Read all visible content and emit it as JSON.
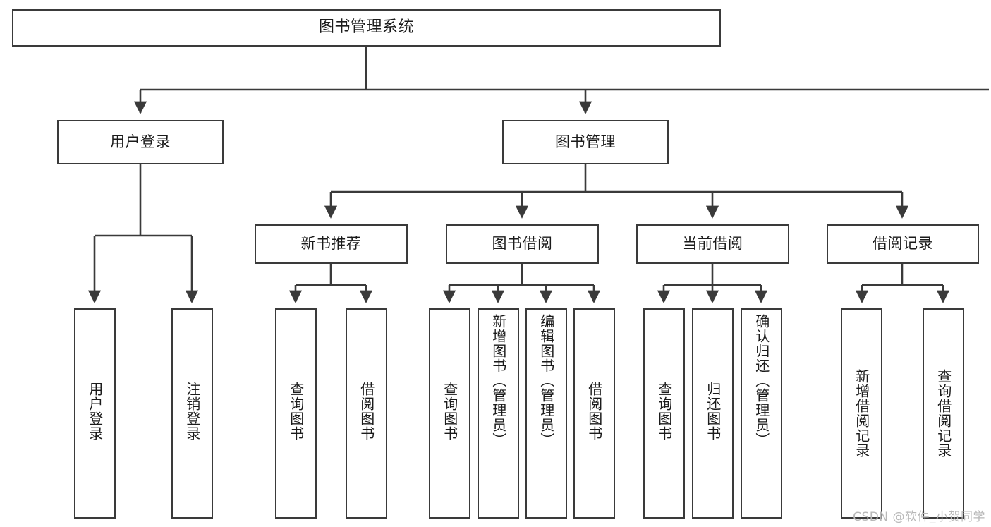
{
  "diagram": {
    "type": "tree-hierarchy",
    "title": "图书管理系统",
    "watermark": "CSDN @软件_小贺同学",
    "colors": {
      "box_border": "#3a3a3a",
      "box_fill": "#ffffff",
      "edge": "#3a3a3a",
      "text": "#1b1b1b",
      "watermark": "#b8b8b8",
      "background": "#ffffff"
    },
    "nodes": {
      "root": {
        "label": "图书管理系统"
      },
      "level2": [
        {
          "id": "user-login",
          "label": "用户登录"
        },
        {
          "id": "book-manage",
          "label": "图书管理"
        }
      ],
      "level3": [
        {
          "id": "new-book-recommend",
          "label": "新书推荐"
        },
        {
          "id": "book-borrow",
          "label": "图书借阅"
        },
        {
          "id": "current-borrow",
          "label": "当前借阅"
        },
        {
          "id": "borrow-record",
          "label": "借阅记录"
        }
      ],
      "leaves": {
        "user-login": [
          {
            "id": "leaf-user-login",
            "label": "用户登录"
          },
          {
            "id": "leaf-logout",
            "label": "注销登录"
          }
        ],
        "new-book-recommend": [
          {
            "id": "leaf-query-book-1",
            "label": "查询图书"
          },
          {
            "id": "leaf-borrow-book-1",
            "label": "借阅图书"
          }
        ],
        "book-borrow": [
          {
            "id": "leaf-query-book-2",
            "label": "查询图书"
          },
          {
            "id": "leaf-add-book",
            "label": "新增图书（管理员）"
          },
          {
            "id": "leaf-edit-book",
            "label": "编辑图书（管理员）"
          },
          {
            "id": "leaf-borrow-book-2",
            "label": "借阅图书"
          }
        ],
        "current-borrow": [
          {
            "id": "leaf-query-book-3",
            "label": "查询图书"
          },
          {
            "id": "leaf-return-book",
            "label": "归还图书"
          },
          {
            "id": "leaf-confirm-return",
            "label": "确认归还（管理员）"
          }
        ],
        "borrow-record": [
          {
            "id": "leaf-add-record",
            "label": "新增借阅记录"
          },
          {
            "id": "leaf-query-record",
            "label": "查询借阅记录"
          }
        ]
      }
    }
  }
}
